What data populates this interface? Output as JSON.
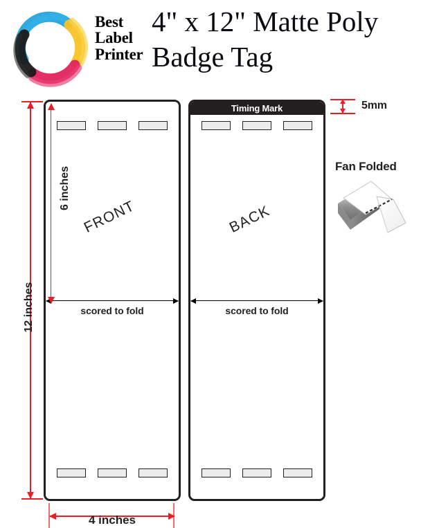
{
  "header": {
    "logo": {
      "icon": "cmyk-swirl-logo",
      "colors": {
        "cyan": "#29a3dc",
        "yellow": "#f7c325",
        "magenta": "#e0245e",
        "black": "#1a1a1a"
      }
    },
    "brand": {
      "color": "#2e8bc0",
      "line1": "Best",
      "line2": "Label",
      "line3": "Printer"
    },
    "title_line1": "4\" x 12\" Matte Poly",
    "title_line2": "Badge Tag"
  },
  "diagram": {
    "front_panel": {
      "face_word": "FRONT",
      "score_text": "scored to fold",
      "tick_count": 3
    },
    "back_panel": {
      "timing_mark_label": "Timing Mark",
      "face_word": "BACK",
      "score_text": "scored to fold",
      "tick_count": 3
    },
    "dimensions": {
      "height_total": "12 inches",
      "height_half": "6 inches",
      "width": "4 inches",
      "timing_mark_height": "5mm",
      "accent_color": "#ee1c24",
      "line_color": "#231f20"
    },
    "fan_folded": {
      "title": "Fan Folded",
      "icon": "fan-folded-stack-icon"
    }
  }
}
